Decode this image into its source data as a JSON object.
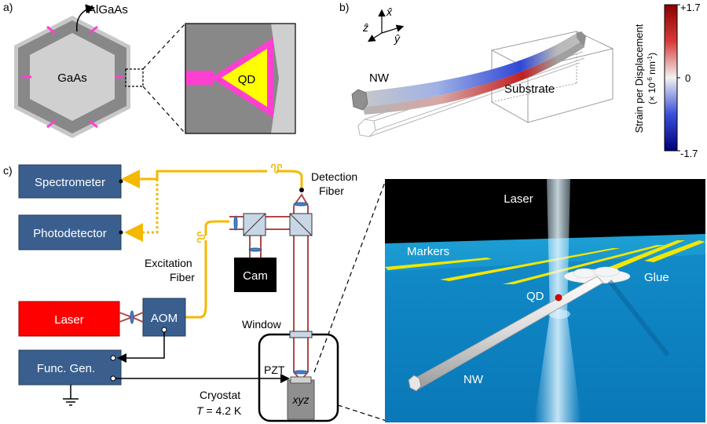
{
  "panels": {
    "a": "a)",
    "b": "b)",
    "c": "c)"
  },
  "panel_a": {
    "shell_label": "AlGaAs",
    "core_label": "GaAs",
    "dot_label": "QD"
  },
  "panel_b": {
    "axes": {
      "x": "x̂",
      "y": "ŷ",
      "z": "ẑ"
    },
    "nw_label": "NW",
    "substrate_label": "Substrate",
    "colorbar": {
      "title": "Strain per Displacement",
      "unit_prefix": "(× 10",
      "unit_exp": "-6",
      "unit_suffix": " nm",
      "unit_exp2": "-1",
      "unit_close": ")",
      "max": "+1.7",
      "mid": "0",
      "min": "-1.7"
    }
  },
  "panel_c": {
    "spectrometer": "Spectrometer",
    "photodetector": "Photodetector",
    "laser": "Laser",
    "aom": "AOM",
    "func_gen": "Func. Gen.",
    "cam": "Cam",
    "detection_fiber_1": "Detection",
    "detection_fiber_2": "Fiber",
    "excitation_fiber_1": "Excitation",
    "excitation_fiber_2": "Fiber",
    "window": "Window",
    "pzt": "PZT",
    "xyz": "xyz",
    "cryostat": "Cryostat",
    "temperature_symbol": "T",
    "temperature_value": " = 4.2 K"
  },
  "render": {
    "laser": "Laser",
    "markers": "Markers",
    "glue": "Glue",
    "qd": "QD",
    "nw": "NW"
  },
  "colors": {
    "box_blue": "#3a5f8f",
    "laser_red": "#ff0000",
    "fiber_yellow": "#f5b800",
    "beam_red": "#b04848",
    "magenta": "#ff3fd0",
    "qd_yellow": "#ffff00"
  }
}
